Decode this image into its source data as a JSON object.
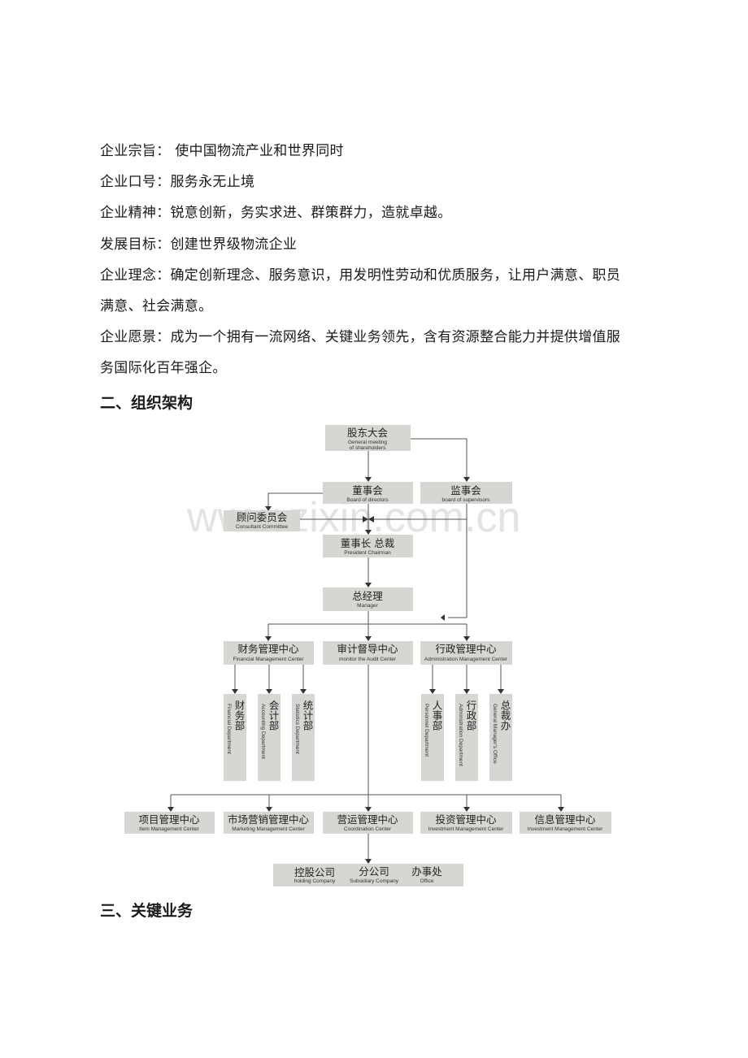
{
  "doc": {
    "lines": [
      "企业宗旨：   使中国物流产业和世界同时",
      "企业口号：服务永无止境",
      "企业精神：锐意创新，务实求进、群策群力，造就卓越。",
      "发展目标：创建世界级物流企业",
      "企业理念：确定创新理念、服务意识，用发明性劳动和优质服务，让用户满意、职员",
      "满意、社会满意。",
      "企业愿景：成为一个拥有一流网络、关键业务领先，含有资源整合能力并提供增值服",
      "务国际化百年强企。"
    ],
    "heading2": "二、组织架构",
    "heading3": "三、关键业务"
  },
  "org": {
    "watermark": "www.zixin.com.cn",
    "shareholders": {
      "zh": "股东大会",
      "en1": "General meeting",
      "en2": "of shareholders"
    },
    "board": {
      "zh": "董事会",
      "en": "Board of directors"
    },
    "supervisors": {
      "zh": "监事会",
      "en": "board of supervisors"
    },
    "consultant": {
      "zh": "顾问委员会",
      "en": "Consultant Committee"
    },
    "chairman": {
      "zh": "董事长  总裁",
      "en": "President Chairman"
    },
    "manager": {
      "zh": "总经理",
      "en": "Manager"
    },
    "finance": {
      "zh": "财务管理中心",
      "en": "Financial Management Center"
    },
    "audit": {
      "zh": "审计督导中心",
      "en": "monitor the Audit Center"
    },
    "admin": {
      "zh": "行政管理中心",
      "en": "Administration Management Center"
    },
    "dept_finance": {
      "zh": "财务部",
      "en": "Financial Department"
    },
    "dept_accounting": {
      "zh": "会计部",
      "en": "Accounting Department"
    },
    "dept_statistics": {
      "zh": "统计部",
      "en": "Statistics Department"
    },
    "dept_personnel": {
      "zh": "人事部",
      "en": "Personnel Department"
    },
    "dept_administration": {
      "zh": "行政部",
      "en": "Administration Department"
    },
    "dept_gm_office": {
      "zh": "总裁办",
      "en": "General Manager's Office"
    },
    "item_center": {
      "zh": "项目管理中心",
      "en": "Item Management Center"
    },
    "marketing_center": {
      "zh": "市场营销管理中心",
      "en": "Marketing Management Center"
    },
    "coordination_center": {
      "zh": "营运管理中心",
      "en": "Coordination Center"
    },
    "investment_center": {
      "zh": "投资管理中心",
      "en": "Investment Management Center"
    },
    "info_center": {
      "zh": "信息管理中心",
      "en": "Investment Management Center"
    },
    "holding": {
      "zh": "控股公司",
      "en": "holding Company"
    },
    "subsidiary": {
      "zh": "分公司",
      "en": "Subsidiary Company"
    },
    "office": {
      "zh": "办事处",
      "en": "Office"
    }
  }
}
